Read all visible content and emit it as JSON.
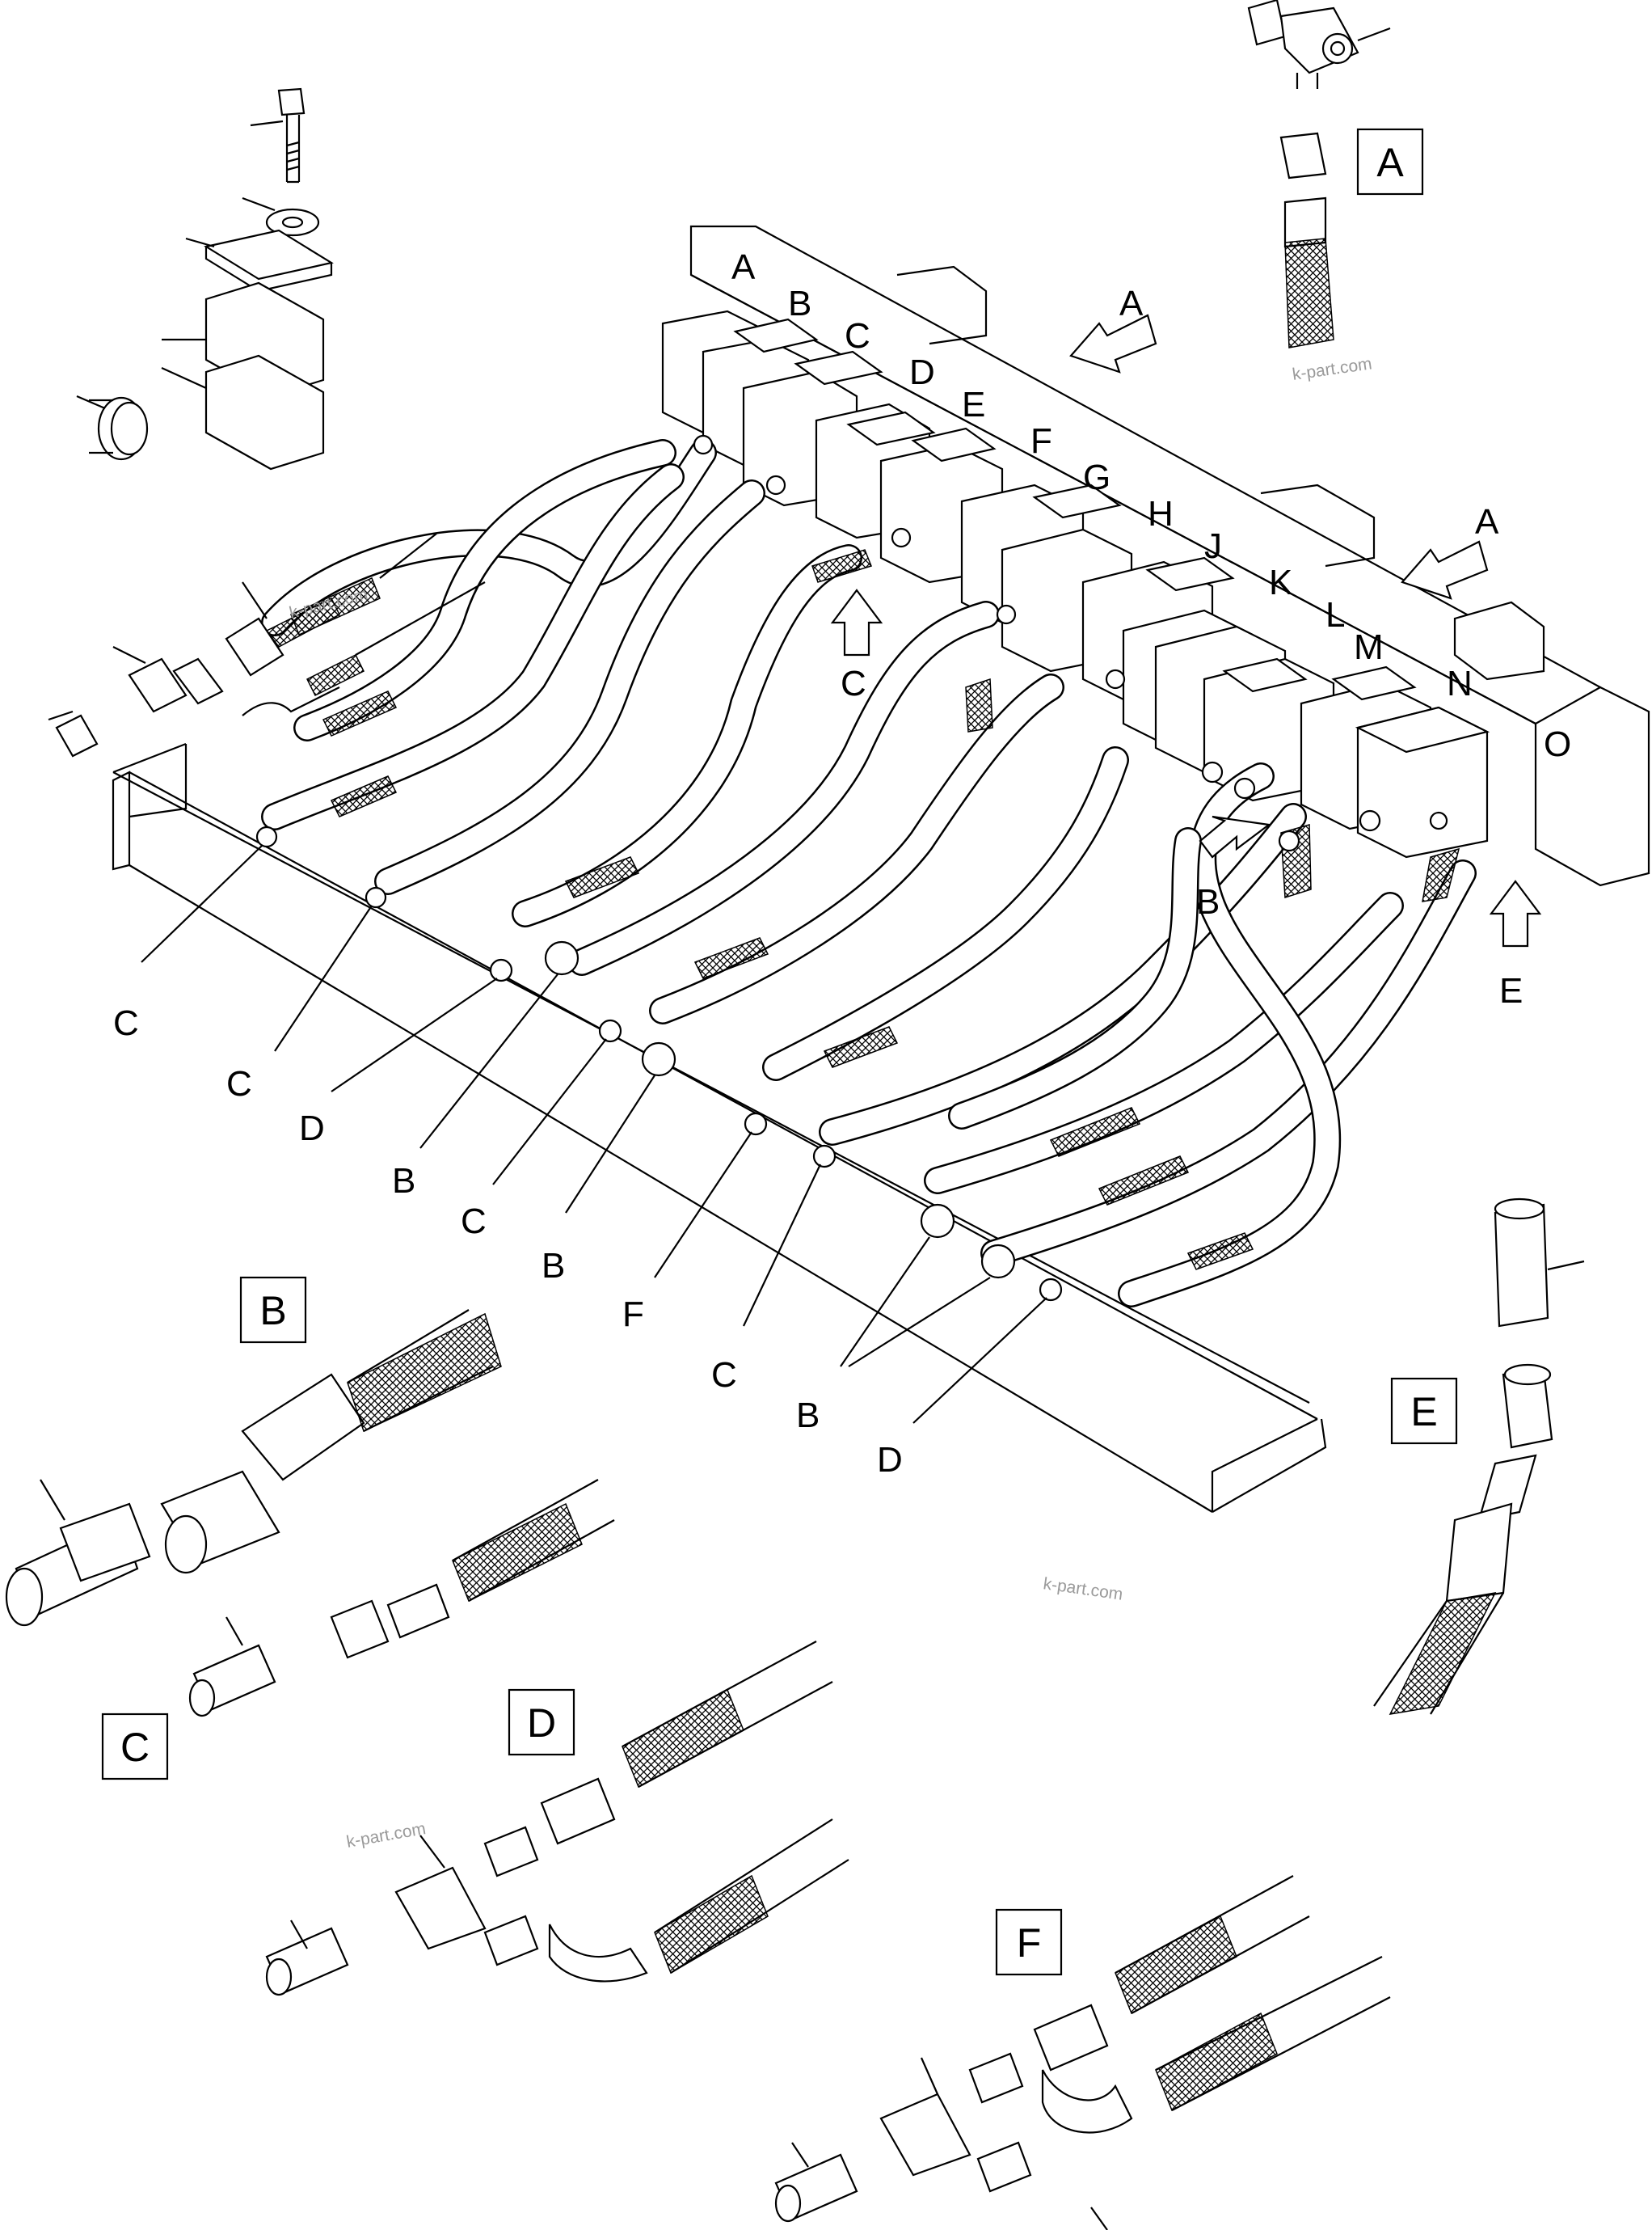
{
  "callouts": {
    "valve_labels": [
      "A",
      "B",
      "C",
      "D",
      "E",
      "F",
      "G",
      "H",
      "J",
      "K",
      "L",
      "M",
      "N",
      "O"
    ],
    "arrow_labels": [
      "A",
      "A",
      "C",
      "B",
      "E"
    ],
    "line_labels": [
      "C",
      "C",
      "D",
      "B",
      "C",
      "B",
      "F",
      "C",
      "B",
      "D"
    ]
  },
  "detail_boxes": [
    "A",
    "B",
    "C",
    "D",
    "E",
    "F"
  ],
  "watermark": "k-part.com"
}
